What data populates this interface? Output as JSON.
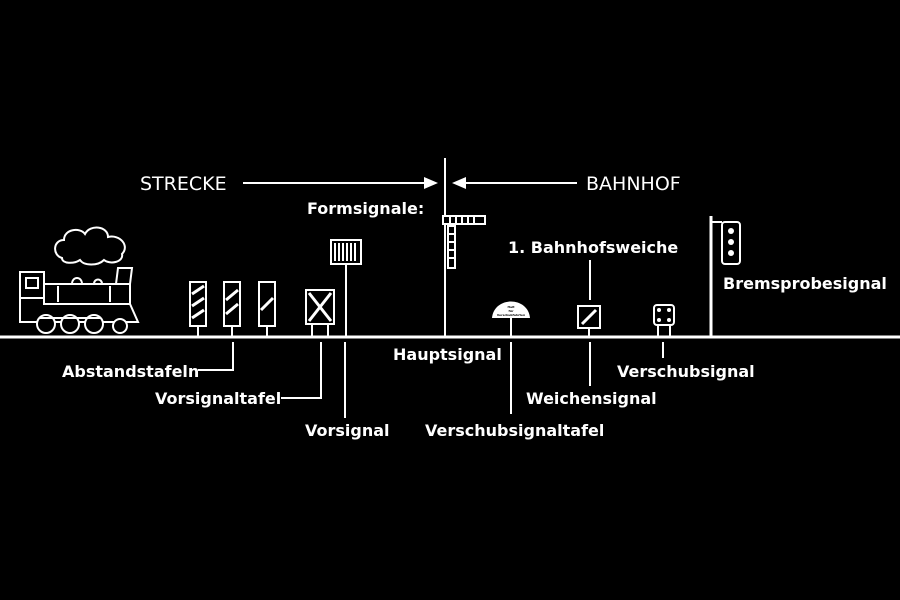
{
  "header": {
    "left_title": "STRECKE",
    "right_title": "BAHNHOF"
  },
  "formsignale_label": "Formsignale:",
  "labels": {
    "abstandstafeln": "Abstandstafeln",
    "vorsignaltafel": "Vorsignaltafel",
    "vorsignal": "Vorsignal",
    "hauptsignal": "Hauptsignal",
    "verschubsignaltafel": "Verschubsignaltafel",
    "weichensignal": "Weichensignal",
    "verschubsignal": "Verschubsignal",
    "bahnhofsweiche": "1. Bahnhofsweiche",
    "bremsprobesignal": "Bremsprobesignal"
  },
  "halt_board": {
    "line1": "Halt",
    "line2": "für",
    "line3": "Verschubfahrten"
  },
  "icons": {
    "locomotive": "steam-locomotive-icon",
    "distance_boards": "distance-board-icon",
    "distant_board": "distant-signal-board-icon",
    "distant_signal": "distant-signal-icon",
    "main_signal": "semaphore-signal-icon",
    "shunting_board": "shunting-board-icon",
    "switch_signal": "switch-signal-icon",
    "shunting_signal": "shunting-signal-icon",
    "brake_test_signal": "brake-test-signal-icon"
  },
  "colors": {
    "background": "#000000",
    "foreground": "#ffffff"
  }
}
